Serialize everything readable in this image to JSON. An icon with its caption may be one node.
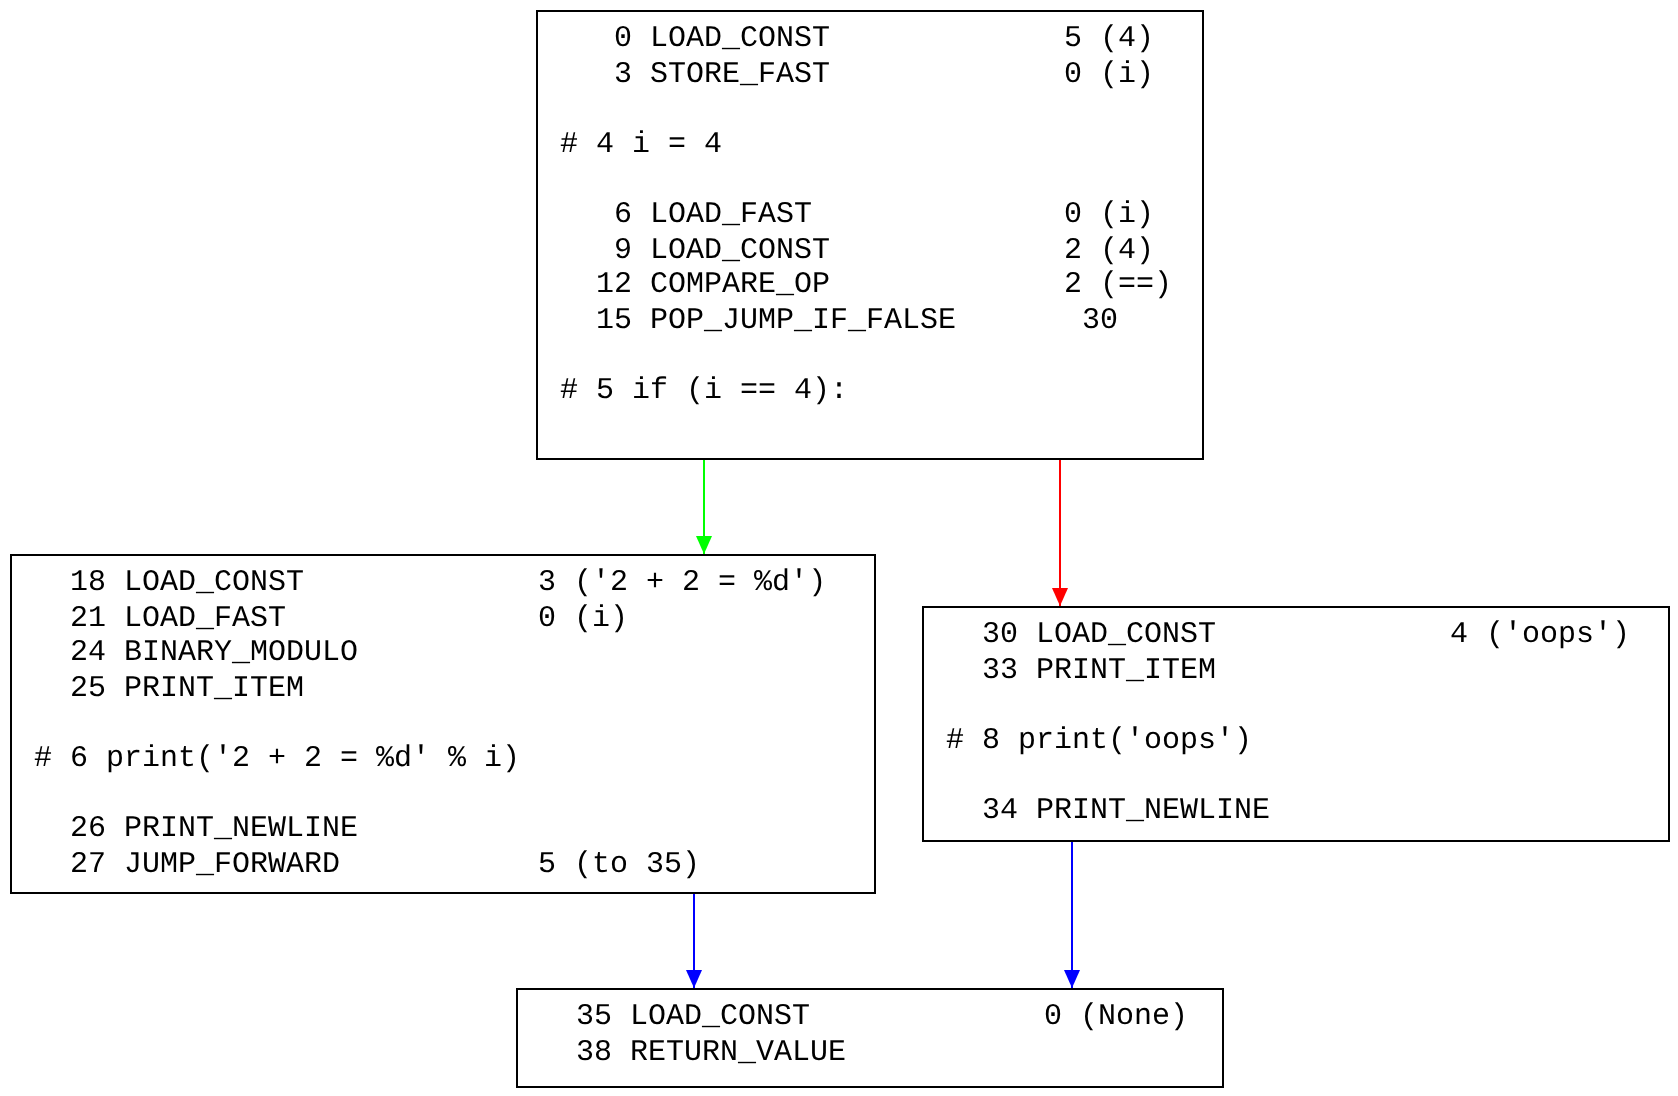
{
  "diagram": {
    "nodes": [
      {
        "text": [
          "   0 LOAD_CONST             5 (4)",
          "   3 STORE_FAST             0 (i)",
          "# 4 i = 4",
          "   6 LOAD_FAST              0 (i)",
          "   9 LOAD_CONST             2 (4)",
          "  12 COMPARE_OP             2 (==)",
          "  15 POP_JUMP_IF_FALSE       30",
          "# 5 if (i == 4):"
        ]
      },
      {
        "text": [
          "  18 LOAD_CONST             3 ('2 + 2 = %d')",
          "  21 LOAD_FAST              0 (i)",
          "  24 BINARY_MODULO",
          "  25 PRINT_ITEM",
          "# 6 print('2 + 2 = %d' % i)",
          "  26 PRINT_NEWLINE",
          "  27 JUMP_FORWARD           5 (to 35)"
        ]
      },
      {
        "text": [
          "  30 LOAD_CONST             4 ('oops')",
          "  33 PRINT_ITEM",
          "# 8 print('oops')",
          "  34 PRINT_NEWLINE"
        ]
      },
      {
        "text": [
          "  35 LOAD_CONST             0 (None)",
          "  38 RETURN_VALUE"
        ]
      }
    ],
    "edges": [
      {
        "from": 0,
        "to": 1,
        "arrow": "to",
        "color": "#00ff00"
      },
      {
        "from": 0,
        "to": 2,
        "arrow": "to",
        "color": "#ff0000"
      },
      {
        "from": 1,
        "to": 3,
        "arrow": "to"
      },
      {
        "from": 2,
        "to": 3,
        "arrow": "to"
      }
    ]
  }
}
